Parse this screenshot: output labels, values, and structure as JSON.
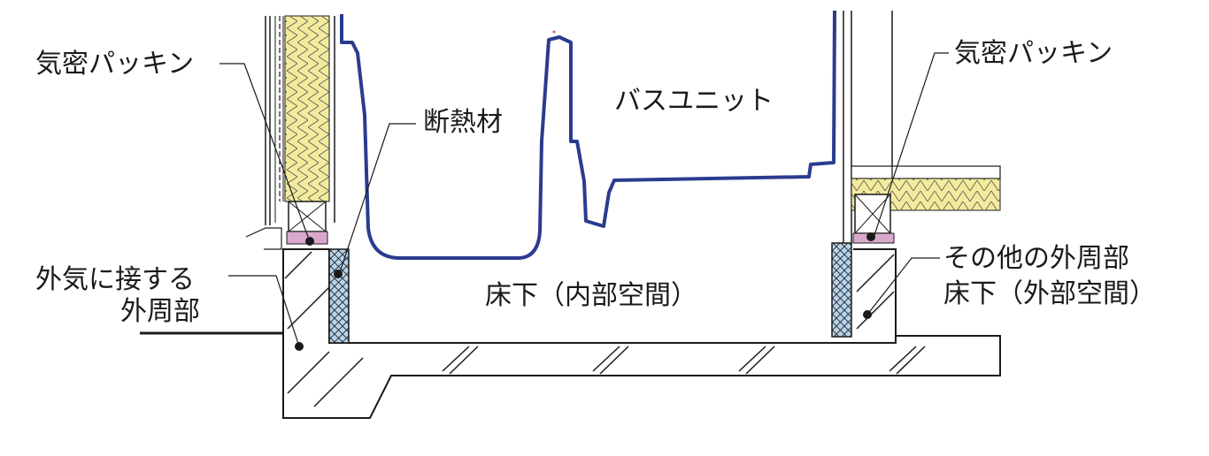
{
  "labels": {
    "airtight_packing_left": "気密パッキン",
    "insulation": "断熱材",
    "bath_unit": "バスユニット",
    "airtight_packing_right": "気密パッキン",
    "exterior_perimeter_line1": "外気に接する",
    "exterior_perimeter_line2": "外周部",
    "underfloor_interior": "床下（内部空間）",
    "other_perimeter": "その他の外周部",
    "underfloor_exterior": "床下（外部空間）"
  },
  "colors": {
    "line": "#1a1a1a",
    "bath_unit_outline": "#2b3b8f",
    "wall_insulation": "#f3eb9c",
    "foam_insulation": "#b6d3ea",
    "packing": "#d9a9cc"
  }
}
